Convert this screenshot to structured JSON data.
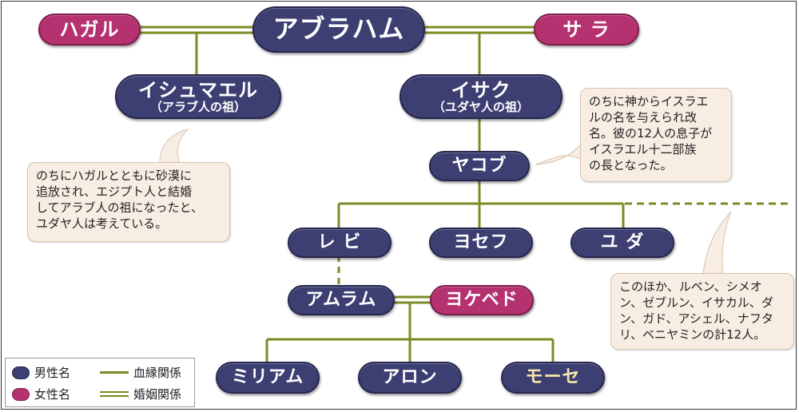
{
  "colors": {
    "male": "#3d3f73",
    "female": "#b6316f",
    "blood_line": "#7a8c25",
    "marriage_line": "#7a8c25",
    "note_bg": "#f8ede3"
  },
  "people": {
    "abraham": {
      "name": "アブラハム"
    },
    "hagar": {
      "name": "ハガル"
    },
    "sarah": {
      "name": "サ ラ"
    },
    "ishmael": {
      "name": "イシュマエル",
      "sub": "（アラブ人の祖）"
    },
    "isaac": {
      "name": "イサク",
      "sub": "（ユダヤ人の祖）"
    },
    "jacob": {
      "name": "ヤコブ"
    },
    "levi": {
      "name": "レ ビ"
    },
    "joseph": {
      "name": "ヨセフ"
    },
    "judah": {
      "name": "ユ ダ"
    },
    "amram": {
      "name": "アムラム"
    },
    "jochebed": {
      "name": "ヨケベド"
    },
    "miriam": {
      "name": "ミリアム"
    },
    "aaron": {
      "name": "アロン"
    },
    "moses": {
      "name": "モーセ"
    }
  },
  "notes": {
    "ishmael": "のちにハガルとともに砂漠に\n追放され、エジプト人と結婚\nしてアラブ人の祖になったと、\nユダヤ人は考えている。",
    "jacob": "のちに神からイスラエ\nルの名を与えられ改\n名。彼の12人の息子が\nイスラエル十二部族\nの長となった。",
    "others": "このほか、ルベン、シメオ\nン、ゼブルン、イサカル、ダ\nン、ガド、アシェル、ナフタ\nリ、ベニヤミンの計12人。"
  },
  "legend": {
    "male": "男性名",
    "female": "女性名",
    "blood": "血縁関係",
    "marriage": "婚姻関係"
  }
}
